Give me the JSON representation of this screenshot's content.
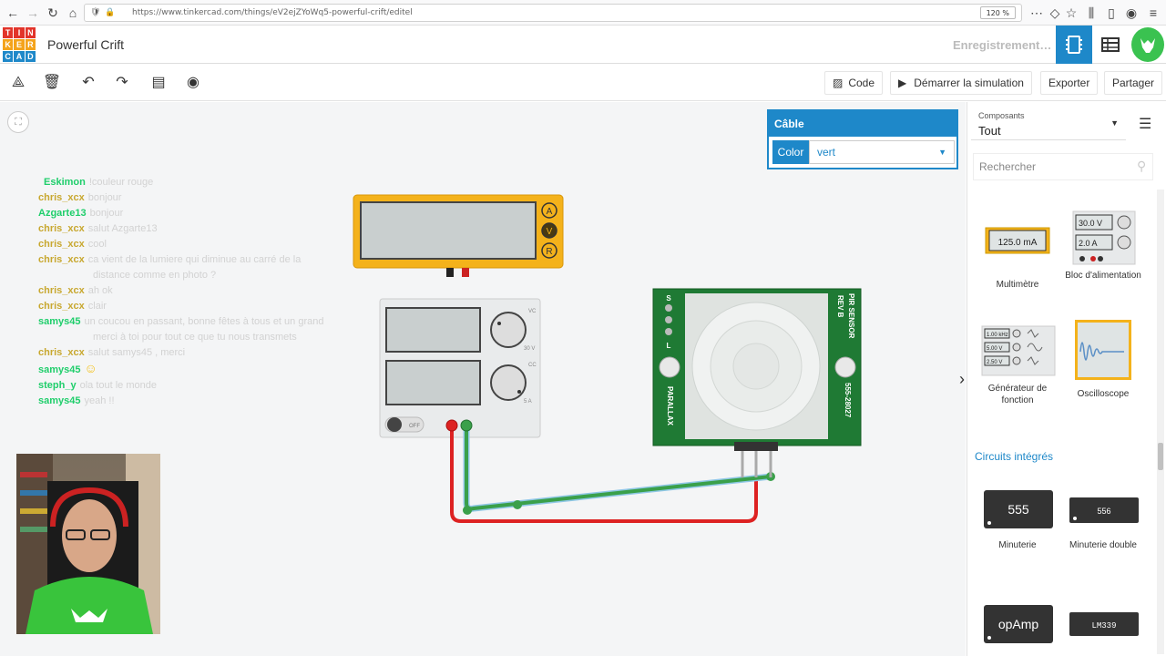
{
  "browser": {
    "url": "https://www.tinkercad.com/things/eV2ejZYoWq5-powerful-crift/editel",
    "zoom": "120 %"
  },
  "header": {
    "logo_letters": [
      "T",
      "I",
      "N",
      "K",
      "E",
      "R",
      "C",
      "A",
      "D"
    ],
    "logo_colors": [
      "#e2342a",
      "#e2342a",
      "#e2342a",
      "#f4a31b",
      "#f4a31b",
      "#f4a31b",
      "#1e88c9",
      "#1e88c9",
      "#1e88c9"
    ],
    "project_title": "Powerful Crift",
    "status": "Enregistrement…"
  },
  "toolbar": {
    "code": "Code",
    "simulate": "Démarrer la simulation",
    "export": "Exporter",
    "share": "Partager"
  },
  "cable_panel": {
    "title": "Câble",
    "color_label": "Color",
    "color_value": "vert"
  },
  "chat": [
    {
      "user": "Eskimon",
      "user_color": "#1fce6b",
      "msg": "!couleur rouge"
    },
    {
      "user": "chris_xcx",
      "user_color": "#c8a830",
      "msg": "bonjour"
    },
    {
      "user": "Azgarte13",
      "user_color": "#1fce6b",
      "msg": "bonjour"
    },
    {
      "user": "chris_xcx",
      "user_color": "#c8a830",
      "msg": "salut Azgarte13"
    },
    {
      "user": "chris_xcx",
      "user_color": "#c8a830",
      "msg": "cool"
    },
    {
      "user": "chris_xcx",
      "user_color": "#c8a830",
      "msg": "ca vient de la lumiere qui diminue au carré de la"
    },
    {
      "user": "",
      "user_color": "#c8a830",
      "msg": "distance comme en photo ?"
    },
    {
      "user": "chris_xcx",
      "user_color": "#c8a830",
      "msg": "ah ok"
    },
    {
      "user": "chris_xcx",
      "user_color": "#c8a830",
      "msg": "clair"
    },
    {
      "user": "samys45",
      "user_color": "#1fce6b",
      "msg": "un coucou en passant, bonne fêtes à tous et un grand"
    },
    {
      "user": "",
      "user_color": "#1fce6b",
      "msg": "merci à toi pour tout ce que tu nous transmets"
    },
    {
      "user": "chris_xcx",
      "user_color": "#c8a830",
      "msg": "salut samys45 , merci"
    },
    {
      "user": "samys45",
      "user_color": "#1fce6b",
      "msg": "☺"
    },
    {
      "user": "steph_y",
      "user_color": "#1fce6b",
      "msg": "ola tout le monde"
    },
    {
      "user": "samys45",
      "user_color": "#1fce6b",
      "msg": "yeah !!"
    }
  ],
  "circuit": {
    "multimeter_buttons": [
      "A",
      "V",
      "R"
    ],
    "power_supply": {
      "knob1_label": "VC",
      "knob1_value": "30 V",
      "knob2_label": "CC",
      "knob2_value": "5 A",
      "switch": "OFF"
    },
    "pir": {
      "left_pins": "S\n \nL",
      "left_text": "PARALLAX",
      "right_top": "PIR SENSOR",
      "right_rev": "REV B",
      "right_code": "555-28027"
    }
  },
  "sidebar": {
    "components_label": "Composants",
    "components_value": "Tout",
    "search_placeholder": "Rechercher",
    "items": [
      {
        "name": "Multimètre",
        "display": "125.0 mA"
      },
      {
        "name": "Bloc d'alimentation",
        "display1": "30.0 V",
        "display2": "2.0 A"
      },
      {
        "name": "Générateur de fonction",
        "display1": "1.00 kHz",
        "display2": "5.00 V",
        "display3": "2.50 V"
      },
      {
        "name": "Oscilloscope"
      }
    ],
    "ic_title": "Circuits intégrés",
    "ic_items": [
      {
        "name": "Minuterie",
        "chip": "555"
      },
      {
        "name": "Minuterie double",
        "chip": "556"
      },
      {
        "name": "",
        "chip": "opAmp"
      },
      {
        "name": "",
        "chip": "LM339"
      }
    ]
  }
}
